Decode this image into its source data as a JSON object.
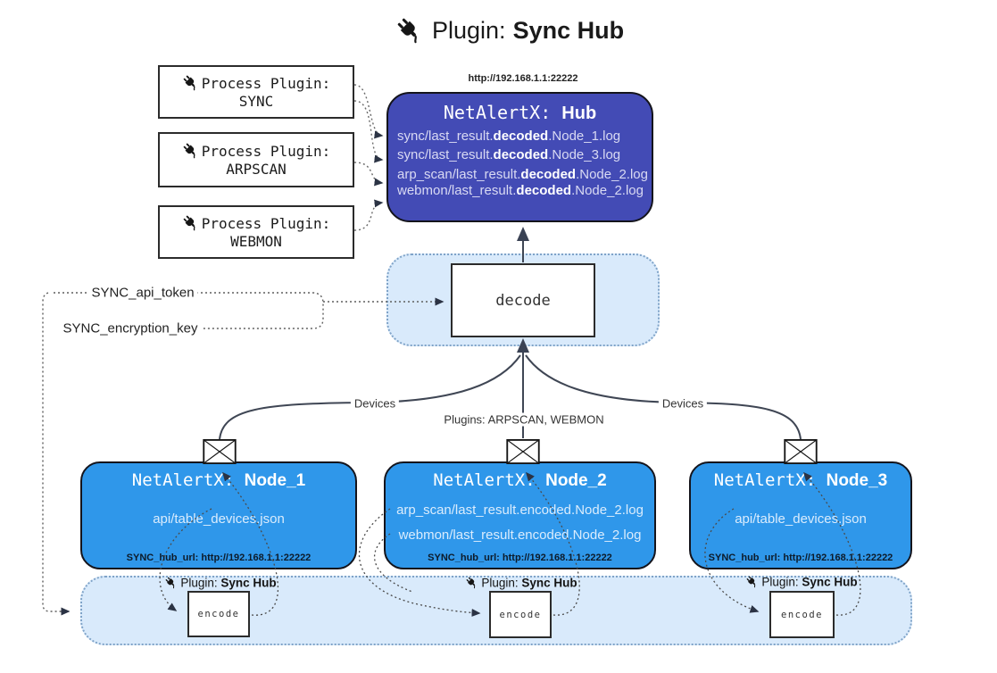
{
  "title": {
    "prefix": "Plugin: ",
    "bold": "Sync Hub"
  },
  "hub": {
    "url": "http://192.168.1.1:22222",
    "name_prefix": "NetAlertX: ",
    "name_bold": "Hub",
    "lines": [
      {
        "prefix": "sync/last_result.",
        "bold": "decoded",
        "suffix": ".Node_1.log"
      },
      {
        "prefix": "sync/last_result.",
        "bold": "decoded",
        "suffix": ".Node_3.log"
      },
      {
        "prefix": "arp_scan/last_result.",
        "bold": "decoded",
        "suffix": ".Node_2.log"
      },
      {
        "prefix": "webmon/last_result.",
        "bold": "decoded",
        "suffix": ".Node_2.log"
      }
    ]
  },
  "process_plugins": [
    {
      "label": "Process Plugin:",
      "name": "SYNC"
    },
    {
      "label": "Process Plugin:",
      "name": "ARPSCAN"
    },
    {
      "label": "Process Plugin:",
      "name": "WEBMON"
    }
  ],
  "keys": {
    "api_token": "SYNC_api_token",
    "encryption_key": "SYNC_encryption_key"
  },
  "decode_label": "decode",
  "encode_label": "encode",
  "edge_labels": {
    "devices_left": "Devices",
    "devices_right": "Devices",
    "plugins_mid": "Plugins: ARPSCAN, WEBMON"
  },
  "sync_plugin_label": {
    "prefix": "Plugin: ",
    "bold": "Sync Hub"
  },
  "nodes": [
    {
      "name_prefix": "NetAlertX: ",
      "name_bold": "Node_1",
      "line1": "api/table_devices.json",
      "footer": "SYNC_hub_url: http://192.168.1.1:22222"
    },
    {
      "name_prefix": "NetAlertX: ",
      "name_bold": "Node_2",
      "line1": "arp_scan/last_result.encoded.Node_2.log",
      "line2": "webmon/last_result.encoded.Node_2.log",
      "footer": "SYNC_hub_url: http://192.168.1.1:22222"
    },
    {
      "name_prefix": "NetAlertX: ",
      "name_bold": "Node_3",
      "line1": "api/table_devices.json",
      "footer": "SYNC_hub_url: http://192.168.1.1:22222"
    }
  ],
  "colors": {
    "hub-fill": "#434bb5",
    "node-fill": "#2f97ea",
    "panel-fill": "#d9eafb",
    "panel-border": "#7fa3c8"
  }
}
